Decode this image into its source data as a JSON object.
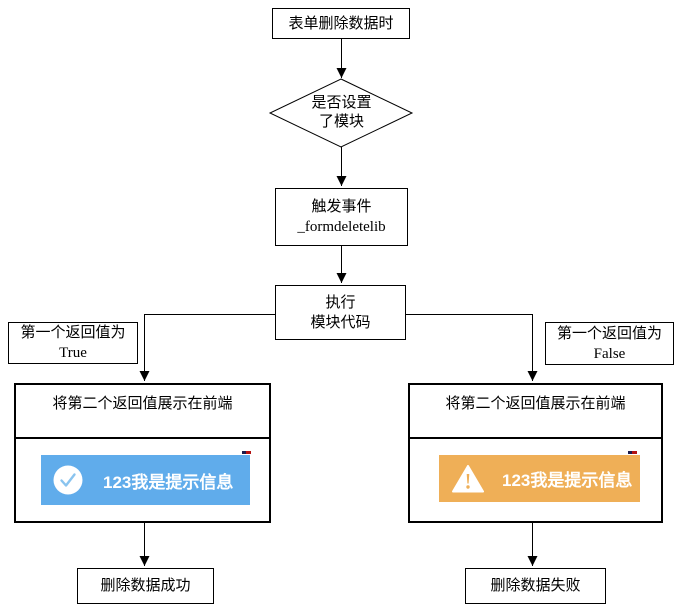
{
  "nodes": {
    "start": "表单删除数据时",
    "decision": "是否设置\n了模块",
    "trigger": "触发事件\n_formdeletelib",
    "execute": "执行\n模块代码",
    "return_true": "第一个返回值为\nTrue",
    "return_false": "第一个返回值为\nFalse",
    "display_true": "将第二个返回值展示在前端",
    "display_false": "将第二个返回值展示在前端",
    "end_success": "删除数据成功",
    "end_failure": "删除数据失败"
  },
  "toasts": {
    "success": {
      "text": "123我是提示信息",
      "icon": "check-circle-icon",
      "bg": "#60aceb"
    },
    "warning": {
      "text": "123我是提示信息",
      "icon": "warning-triangle-icon",
      "bg": "#efaf57"
    }
  },
  "colors": {
    "line": "#000000",
    "box_border": "#000000",
    "text": "#000000",
    "toast_text": "#ffffff",
    "check_stroke": "#8ac4ef"
  }
}
